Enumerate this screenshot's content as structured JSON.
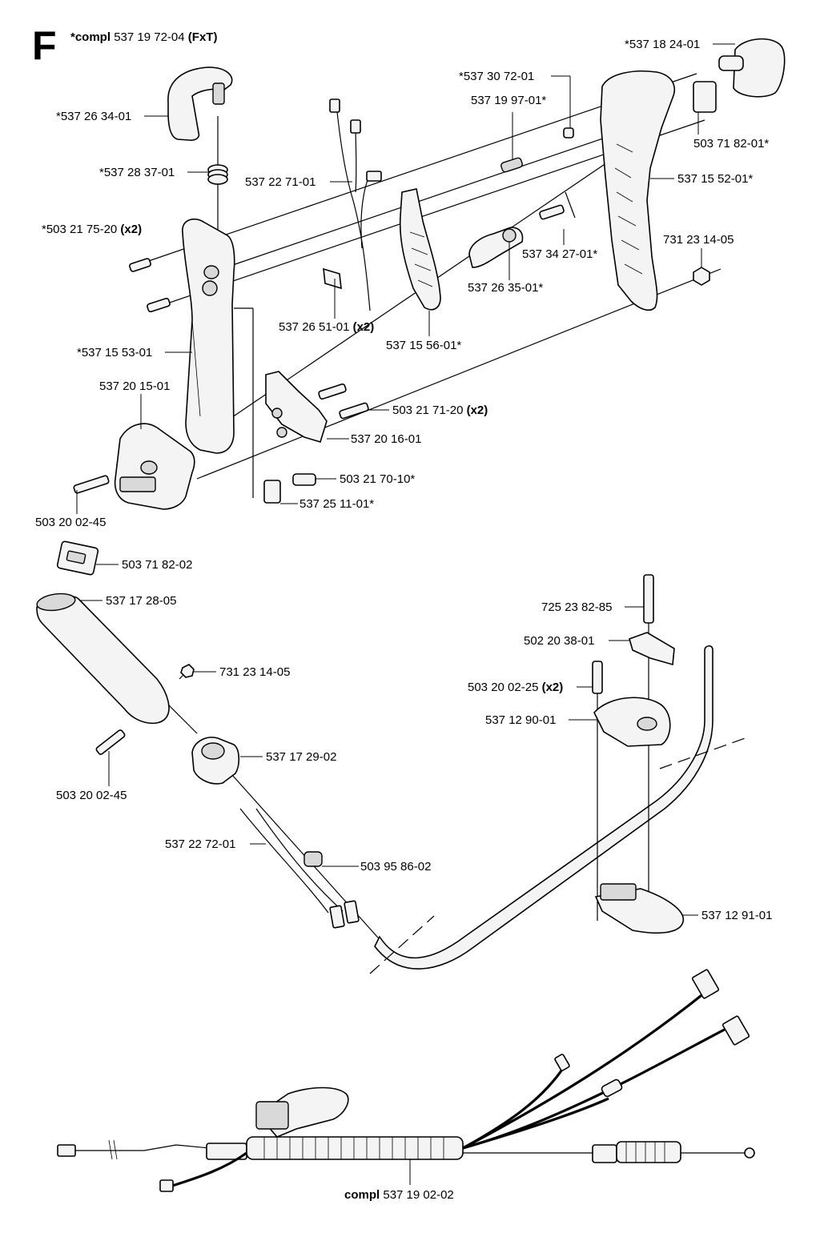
{
  "section": "F",
  "header": {
    "prefix": "*compl",
    "number": "537 19 72-04",
    "suffix": "(FxT)"
  },
  "labels": {
    "p5371824": "*537 18 24-01",
    "p5373072": "*537 30 72-01",
    "p5371997": "537 19 97-01*",
    "p5372634": "*537 26 34-01",
    "p5037182a": "503 71 82-01*",
    "p5372837": "*537 28 37-01",
    "p5372271": "537 22 71-01",
    "p5371552": "537 15 52-01*",
    "p5032175": "*503 21 75-20",
    "p7312314a": "731 23 14-05",
    "p5373427": "537 34 27-01*",
    "p5372635": "537 26 35-01*",
    "p5372651": "537 26 51-01",
    "p5371556": "537 15 56-01*",
    "p5371553": "*537 15 53-01",
    "p5372015": "537 20 15-01",
    "p5032171": "503 21 71-20",
    "p5372016": "537 20 16-01",
    "p5032170": "503 21 70-10*",
    "p5372511": "537 25 11-01*",
    "p5032002a": "503 20 02-45",
    "p5037182b": "503 71 82-02",
    "p5371728": "537 17 28-05",
    "p7252382": "725 23 82-85",
    "p5022038": "502 20 38-01",
    "p7312314b": "731 23 14-05",
    "p5032002c": "503 20 02-25",
    "p5371290": "537 12 90-01",
    "p5371729": "537 17 29-02",
    "p5032002b": "503 20 02-45",
    "p5372272": "537 22 72-01",
    "p5039586": "503 95 86-02",
    "p5371291": "537 12 91-01",
    "footer_prefix": "compl",
    "footer_number": "537 19 02-02"
  },
  "qty": {
    "x2": "(x2)"
  }
}
